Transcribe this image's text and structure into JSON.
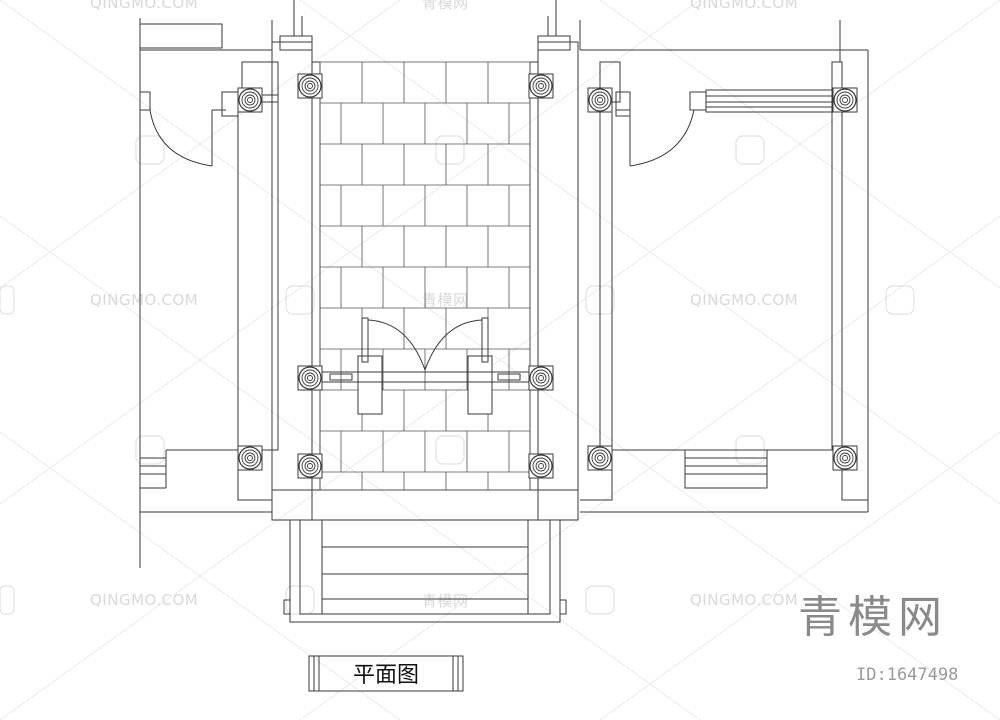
{
  "drawing": {
    "title": "平面图"
  },
  "watermark": {
    "text": "QINGMO.COM",
    "cn_text": "青模网",
    "brand_cn": "青模网",
    "id_label": "ID:1647498"
  },
  "icons": {
    "column": "column-base-icon",
    "watermark_logo": "flower-logo-icon"
  }
}
